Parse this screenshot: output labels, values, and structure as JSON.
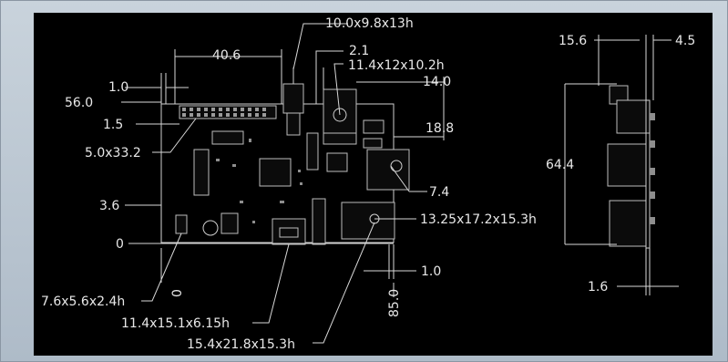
{
  "diagram": {
    "dimensions": {
      "top_header": "10.0x9.8x13h",
      "width_40": "40.6",
      "d_2_1": "2.1",
      "usb_block": "11.4x12x10.2h",
      "d_14": "14.0",
      "d_1_0_top": "1.0",
      "d_56": "56.0",
      "d_1_5": "1.5",
      "d_18_8": "18.8",
      "gpio": "5.0x33.2",
      "d_7_4": "7.4",
      "d_3_6": "3.6",
      "rj45": "13.25x17.2x15.3h",
      "zero_left": "0",
      "d_1_0_bottom": "1.0",
      "zero_vertical": "0",
      "audio": "7.6x5.6x2.4h",
      "d_85": "85.0",
      "hdmi": "11.4x15.1x6.15h",
      "sd": "15.4x21.8x15.3h",
      "side_15_6": "15.6",
      "side_4_5": "4.5",
      "side_64_4": "64.4",
      "side_1_6": "1.6"
    },
    "colors": {
      "background": "#000000",
      "lines": "#d8d8d8",
      "frame": "#b7c3cf"
    }
  }
}
